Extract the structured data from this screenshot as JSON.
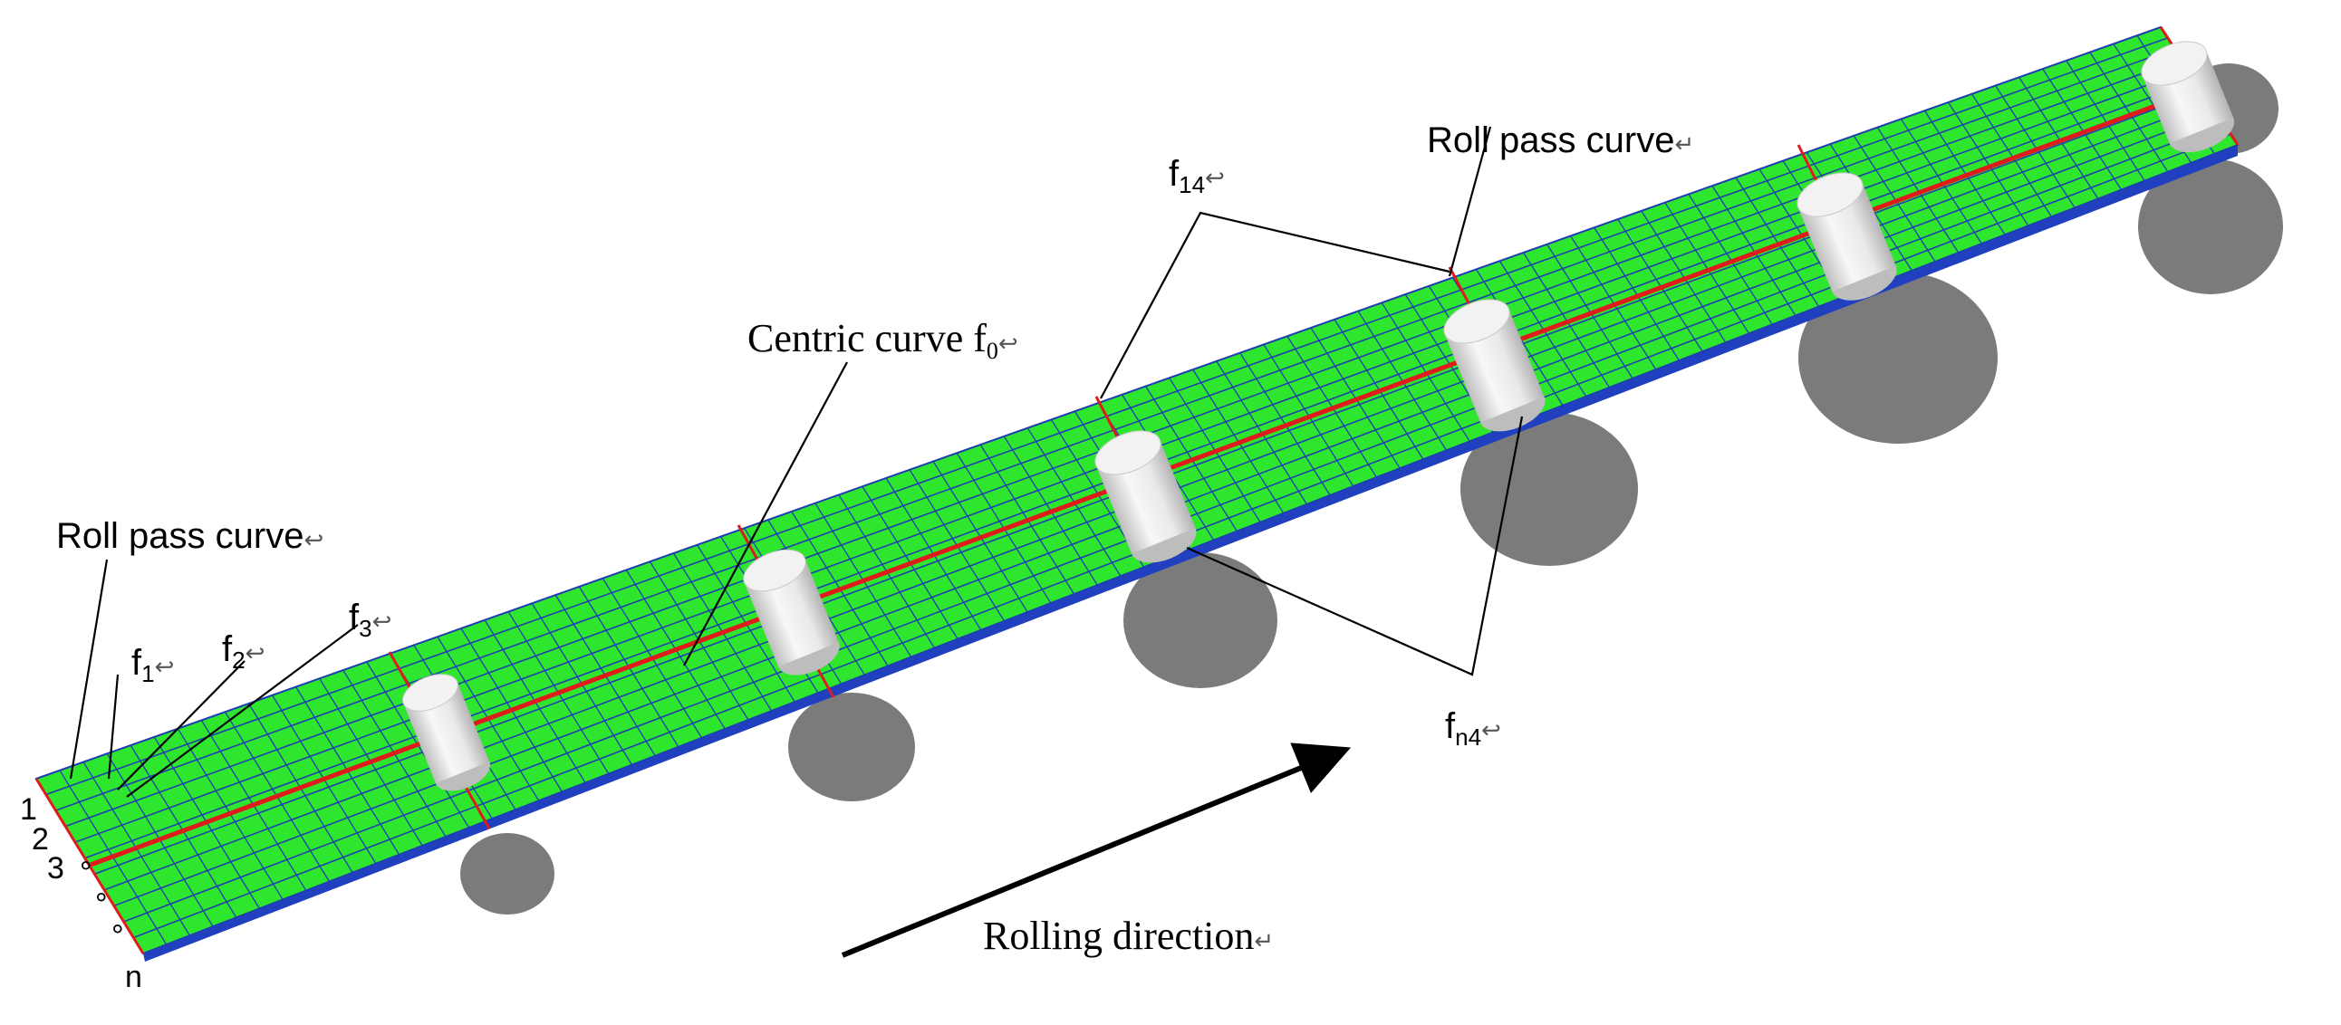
{
  "labels": {
    "roll_pass_curve_top": "Roll pass curve",
    "roll_pass_curve_left": "Roll pass curve",
    "centric_curve": "Centric curve f",
    "centric_curve_sub": "0",
    "f14": "f",
    "f14_sub": "14",
    "fn4": "f",
    "fn4_sub": "n4",
    "f1": "f",
    "f1_sub": "1",
    "f2": "f",
    "f2_sub": "2",
    "f3": "f",
    "f3_sub": "3",
    "rolling_direction": "Rolling direction",
    "return_mark": "↵",
    "arrow_mark": "↩",
    "row_numbers": [
      "1",
      "2",
      "3",
      "°",
      "°",
      "°",
      "n"
    ]
  },
  "colors": {
    "strip": "#2ee62e",
    "mesh": "#1f3fb0",
    "centerline": "#e01b1b",
    "roll": "#ececec",
    "shadow": "#7b7b7b",
    "text": "#000000"
  },
  "rolls": {
    "count": 6
  }
}
